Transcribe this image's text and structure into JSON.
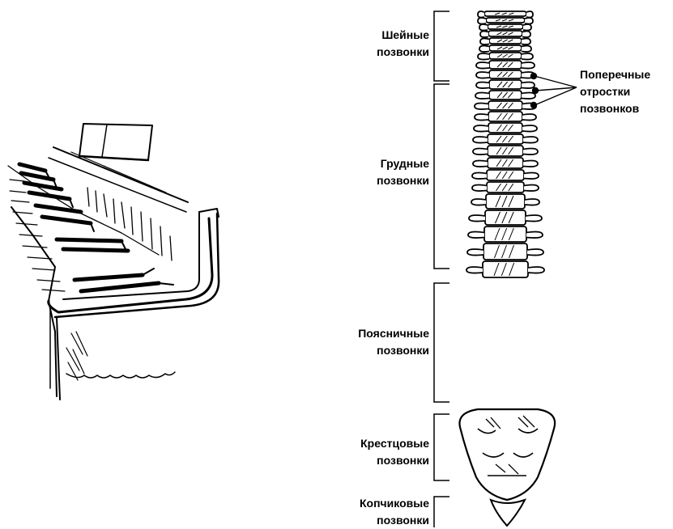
{
  "labels": {
    "cervical": [
      "Шейные",
      "позвонки"
    ],
    "thoracic": [
      "Грудные",
      "позвонки"
    ],
    "lumbar": [
      "Поясничные",
      "позвонки"
    ],
    "sacral": [
      "Крестцовые",
      "позвонки"
    ],
    "coccygeal": [
      "Копчиковые",
      "позвонки"
    ],
    "transverse": [
      "Поперечные",
      "отростки",
      "позвонков"
    ]
  },
  "illustrations": {
    "left": "piano-keyboard-sketch",
    "right": "vertebral-column-drawing"
  }
}
